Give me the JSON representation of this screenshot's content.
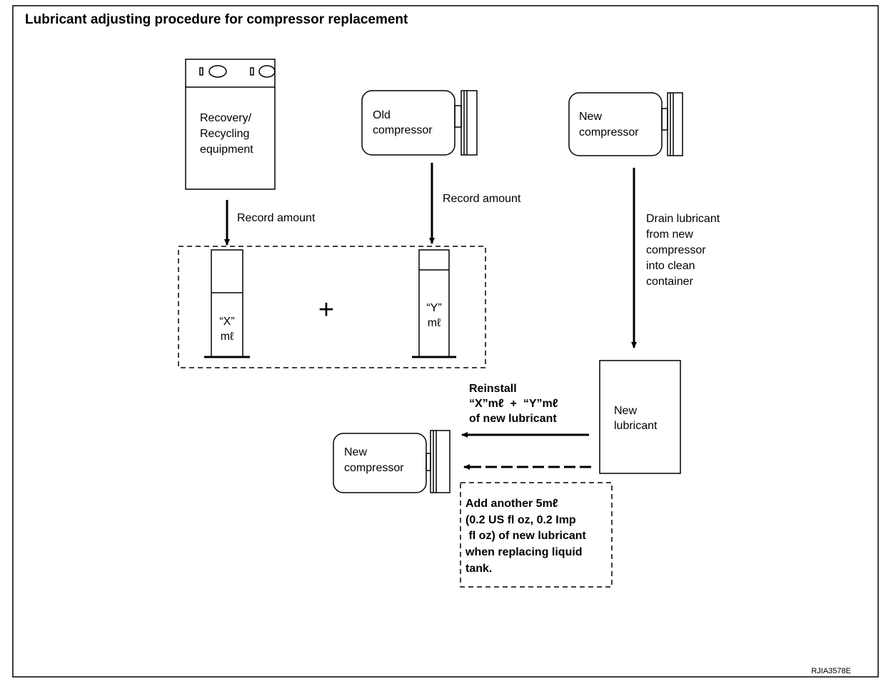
{
  "title": "Lubricant adjusting procedure for compressor replacement",
  "recovery_equipment": {
    "line1": "Recovery/",
    "line2": "Recycling",
    "line3": "equipment"
  },
  "old_compressor": {
    "line1": "Old",
    "line2": "compressor"
  },
  "new_compressor_top": {
    "line1": "New",
    "line2": "compressor"
  },
  "new_compressor_bottom": {
    "line1": "New",
    "line2": "compressor"
  },
  "record_amount_left": "Record amount",
  "record_amount_right": "Record amount",
  "drain": {
    "line1": "Drain lubricant",
    "line2": "from new",
    "line3": "compressor",
    "line4": "into clean",
    "line5": "container"
  },
  "cylinder_x": {
    "line1": "“X”",
    "line2": "mℓ"
  },
  "cylinder_y": {
    "line1": "“Y”",
    "line2": "mℓ"
  },
  "plus": "+",
  "new_lubricant": {
    "line1": "New",
    "line2": "lubricant"
  },
  "reinstall": {
    "line1": "Reinstall",
    "line2": "“X”mℓ  +  “Y”mℓ",
    "line3": "of new lubricant"
  },
  "note": {
    "line1": "Add another 5mℓ",
    "line2": "(0.2 US fl oz, 0.2 Imp",
    "line3": " fl oz) of new lubricant",
    "line4": "when replacing liquid",
    "line5": "tank."
  },
  "figure_code": "RJIA3578E"
}
